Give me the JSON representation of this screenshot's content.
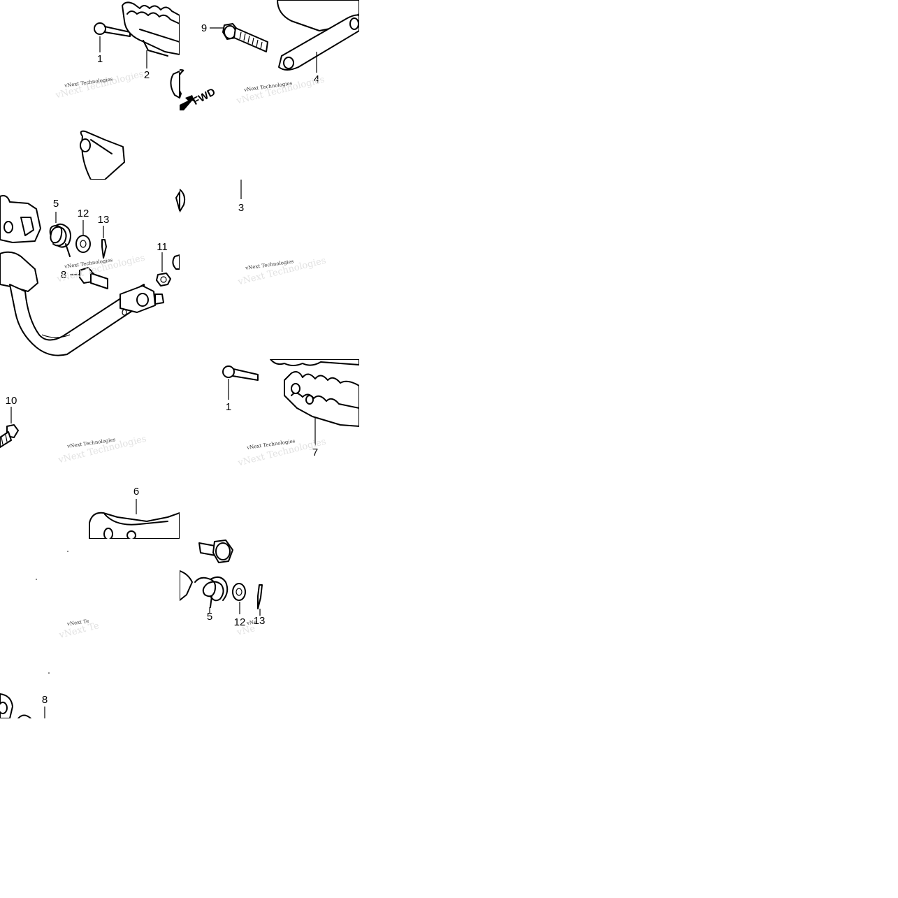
{
  "diagram": {
    "labels": {
      "t1_pin": "1",
      "t1_step": "2",
      "t2_bolt": "9",
      "t2_bracket": "4",
      "t2_fwd": "FWD",
      "t4_part": "3",
      "t3_spring": "5",
      "t3_washer": "12",
      "t3_cotter": "13",
      "t3_nut": "11",
      "t3_bolt": "8",
      "t5_bolt": "10",
      "t6_pin": "1",
      "t6_step": "7",
      "t7_holder": "6",
      "t8_spring": "5",
      "t8_washer": "12",
      "t8_cotter": "13",
      "t9_bolt": "8"
    },
    "watermark": "vNext Technologies",
    "watermark_short": "vNext Te",
    "watermark_tiny": "vNe",
    "icons": {
      "fwd_arrow": "arrow-down-left-icon"
    }
  }
}
